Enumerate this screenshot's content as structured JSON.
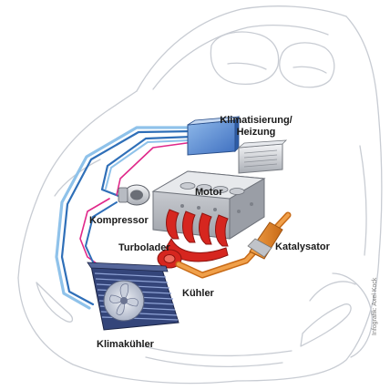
{
  "labels": {
    "klimatisierung_line1": "Klimatisierung/",
    "klimatisierung_line2": "Heizung",
    "motor": "Motor",
    "kompressor": "Kompressor",
    "turbolader": "Turbolader",
    "katalysator": "Katalysator",
    "kuehler": "Kühler",
    "klimakuehler": "Klimakühler"
  },
  "credit": "Infografik: Axel Kock",
  "colors": {
    "car_outline": "#c8ccd3",
    "pipe_blue": "#2f6fb8",
    "pipe_light_blue": "#8fc2ea",
    "pipe_pink": "#e0288a",
    "turbo_red": "#d6261f",
    "exhaust_orange": "#e3862a",
    "engine_gray": "#b9bcc2",
    "radiator_blue": "#34457a"
  }
}
